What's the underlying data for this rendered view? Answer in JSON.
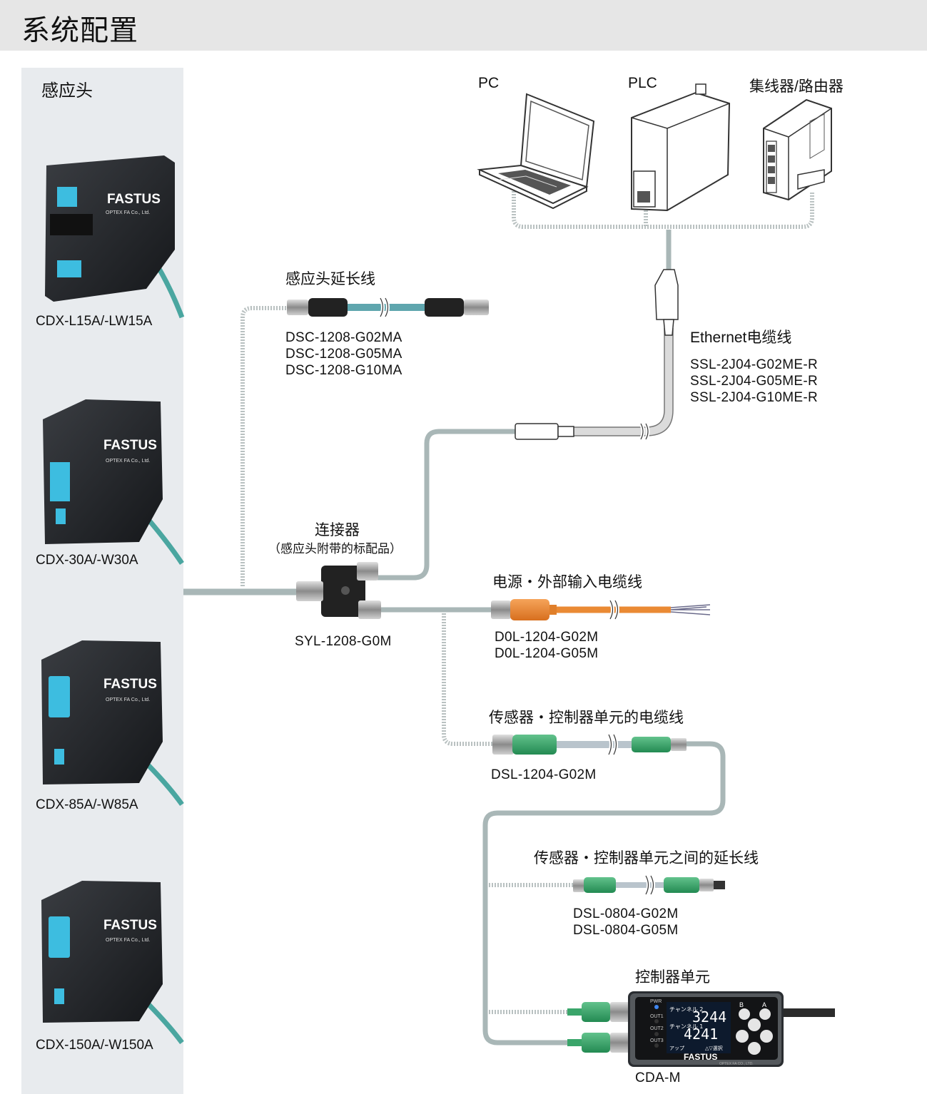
{
  "title": "系统配置",
  "sensor_panel": {
    "heading": "感应头",
    "sensors": [
      {
        "label": "CDX-L15A/-LW15A",
        "brand": "FASTUS",
        "sub": "OPTEX FA Co., Ltd."
      },
      {
        "label": "CDX-30A/-W30A",
        "brand": "FASTUS",
        "sub": "OPTEX FA Co., Ltd."
      },
      {
        "label": "CDX-85A/-W85A",
        "brand": "FASTUS",
        "sub": "OPTEX FA Co., Ltd."
      },
      {
        "label": "CDX-150A/-W150A",
        "brand": "FASTUS",
        "sub": "OPTEX FA Co., Ltd."
      }
    ]
  },
  "network": {
    "pc_label": "PC",
    "plc_label": "PLC",
    "hub_label": "集线器/路由器"
  },
  "head_extension": {
    "title": "感应头延长线",
    "models": [
      "DSC-1208-G02MA",
      "DSC-1208-G05MA",
      "DSC-1208-G10MA"
    ]
  },
  "ethernet_cable": {
    "title": "Ethernet电缆线",
    "models": [
      "SSL-2J04-G02ME-R",
      "SSL-2J04-G05ME-R",
      "SSL-2J04-G10ME-R"
    ]
  },
  "connector": {
    "title": "连接器",
    "note": "（感应头附带的标配品）",
    "model": "SYL-1208-G0M"
  },
  "power_cable": {
    "title": "电源・外部输入电缆线",
    "models": [
      "D0L-1204-G02M",
      "D0L-1204-G05M"
    ]
  },
  "sensor_controller_cable": {
    "title": "传感器・控制器单元的电缆线",
    "models": [
      "DSL-1204-G02M"
    ]
  },
  "sensor_controller_extension": {
    "title": "传感器・控制器单元之间的延长线",
    "models": [
      "DSL-0804-G02M",
      "DSL-0804-G05M"
    ]
  },
  "controller": {
    "title": "控制器单元",
    "model": "CDA-M",
    "display": {
      "pwr": "PWR",
      "out1": "OUT1",
      "out2": "OUT2",
      "out3": "OUT3",
      "ch2_label": "チャンネル 2",
      "ch2_value": "3244",
      "ch1_label": "チャンネル 1",
      "ch1_value": "4241",
      "footer_left": "アップ",
      "footer_right": "△▽選択",
      "btn_b": "B",
      "btn_a": "A",
      "brand": "FASTUS",
      "maker": "OPTEX FA CO., LTD."
    }
  },
  "colors": {
    "cable_gray": "#a9b7b7",
    "dotted_gray": "#b9c1c1",
    "sensor_cable": "#4aa6a0",
    "orange_cable": "#ea8a34",
    "green_connector": "#3aa56a",
    "lens_cyan": "#3dbde0"
  }
}
